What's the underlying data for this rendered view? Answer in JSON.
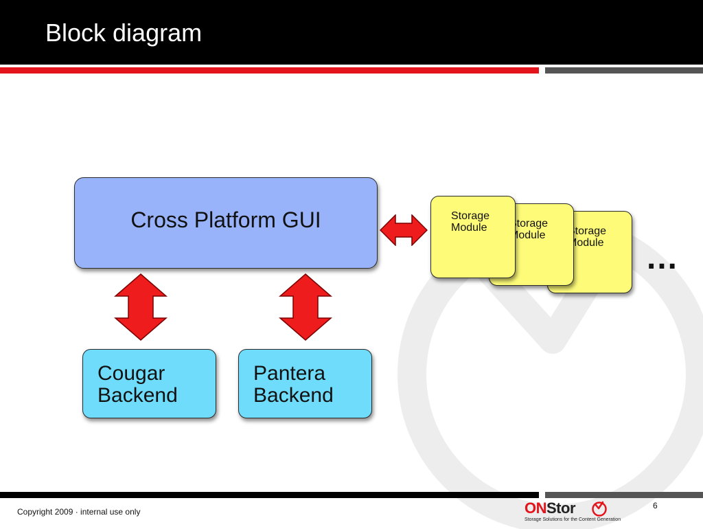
{
  "slide": {
    "title": "Block diagram",
    "page_number": "6",
    "footer": "Copyright 2009 · internal use only"
  },
  "diagram": {
    "gui": "Cross Platform GUI",
    "backends": [
      {
        "label": "Cougar\nBackend"
      },
      {
        "label": "Pantera\nBackend"
      }
    ],
    "storage_modules": [
      {
        "label": "Storage\nModule"
      },
      {
        "label": "Storage\nModule"
      },
      {
        "label": "Storage\nModule"
      }
    ],
    "more": "…"
  },
  "logo": {
    "name_on": "ON",
    "name_stor": "Stor",
    "tagline": "Storage Solutions for the Content Generation"
  },
  "colors": {
    "title_bar": "#000000",
    "accent_red": "#e3141b",
    "accent_gray": "#555555",
    "gui_box": "#99b3fb",
    "backend_box": "#6fdcfb",
    "storage_box": "#fdfb78",
    "arrow": "#ee1c1c"
  }
}
